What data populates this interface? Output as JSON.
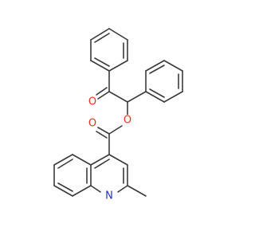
{
  "molecule": {
    "atom_labels": {
      "ketone_oxygen": "O",
      "ester_ether_oxygen": "O",
      "carbonyl_oxygen": "O",
      "quinoline_nitrogen": "N"
    },
    "colors": {
      "bond": "#3a3a3a",
      "oxygen": "#e8331c",
      "nitrogen": "#2332c4",
      "background": "#ffffff"
    }
  }
}
